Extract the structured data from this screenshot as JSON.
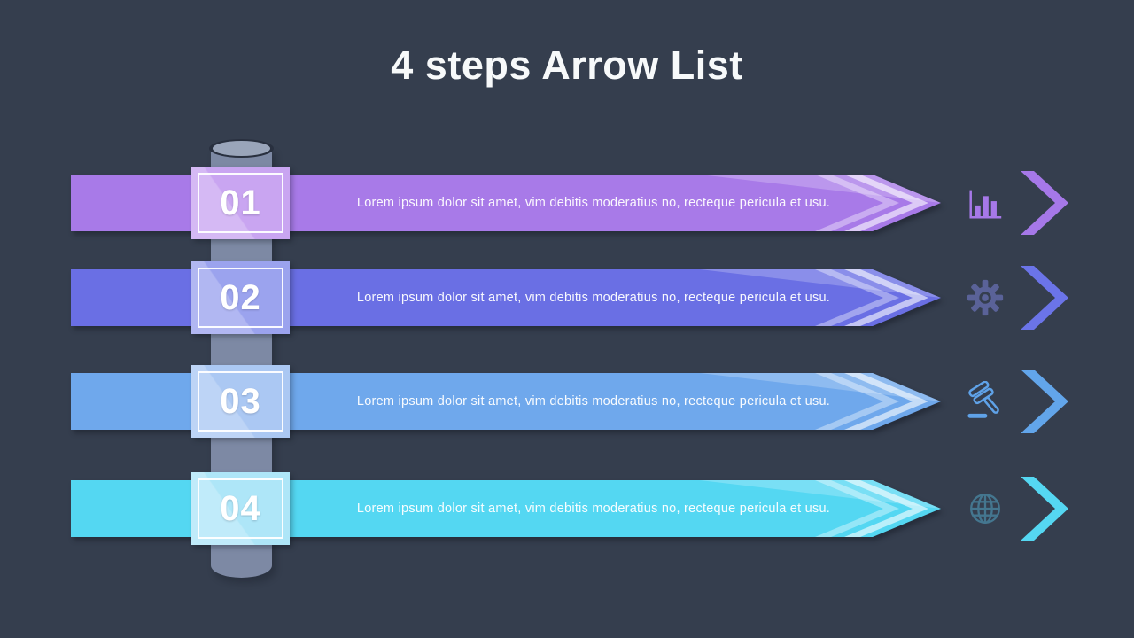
{
  "slide": {
    "title": "4 steps Arrow List",
    "background": "#353e4e",
    "title_color": "#f7f9fa"
  },
  "cylinder": {
    "body": "#7d89a4",
    "top": "#9aa5ba",
    "rim": "#29303f"
  },
  "rows": [
    {
      "number": "01",
      "text": "Lorem ipsum dolor sit amet, vim debitis moderatius no, recteque pericula et usu.",
      "icon": "bar-chart-icon",
      "colors": {
        "bar": "#a87ae8",
        "box": "#c9a5f1",
        "icon": "#a678e8",
        "chevron": "#a678e8"
      }
    },
    {
      "number": "02",
      "text": "Lorem ipsum dolor sit amet, vim debitis moderatius no, recteque pericula et usu.",
      "icon": "gear-icon",
      "colors": {
        "bar": "#6a6fe4",
        "box": "#9ba3ee",
        "icon": "#5a6298",
        "chevron": "#6b74e8"
      }
    },
    {
      "number": "03",
      "text": "Lorem ipsum dolor sit amet, vim debitis moderatius no, recteque pericula et usu.",
      "icon": "gavel-icon",
      "colors": {
        "bar": "#6fa8ec",
        "box": "#abc8f3",
        "icon": "#5fa2e8",
        "chevron": "#62a5ea"
      }
    },
    {
      "number": "04",
      "text": "Lorem ipsum dolor sit amet, vim debitis moderatius no, recteque pericula et usu.",
      "icon": "globe-icon",
      "colors": {
        "bar": "#54d7f2",
        "box": "#aee6f8",
        "icon": "#44768f",
        "chevron": "#55d7f2"
      }
    }
  ]
}
